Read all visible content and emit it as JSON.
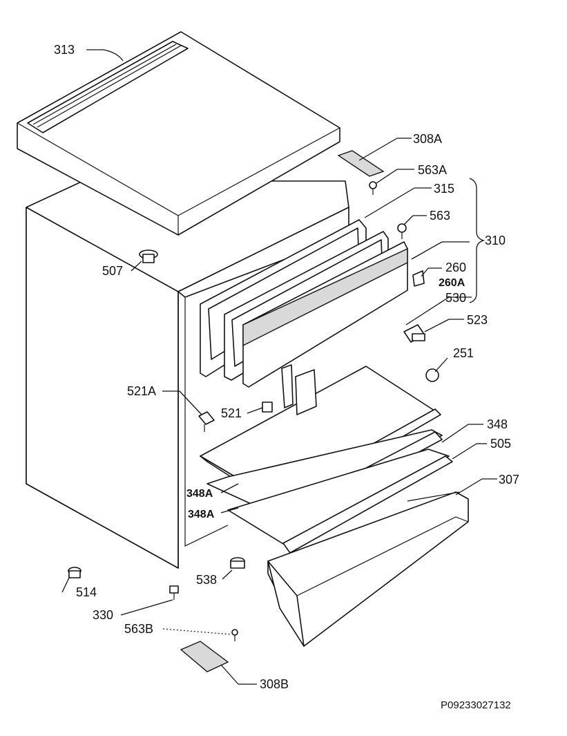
{
  "diagram": {
    "labels": {
      "p313": "313",
      "p308A": "308A",
      "p563A": "563A",
      "p315": "315",
      "p563": "563",
      "p310": "310",
      "p507": "507",
      "p260": "260",
      "p260A": "260A",
      "p530": "530",
      "p523": "523",
      "p251": "251",
      "p521A": "521A",
      "p521": "521",
      "p348": "348",
      "p505": "505",
      "p307": "307",
      "p348A_1": "348A",
      "p348A_2": "348A",
      "p538": "538",
      "p514": "514",
      "p330": "330",
      "p563B": "563B",
      "p308B": "308B"
    },
    "drawing_code": "P09233027132"
  }
}
